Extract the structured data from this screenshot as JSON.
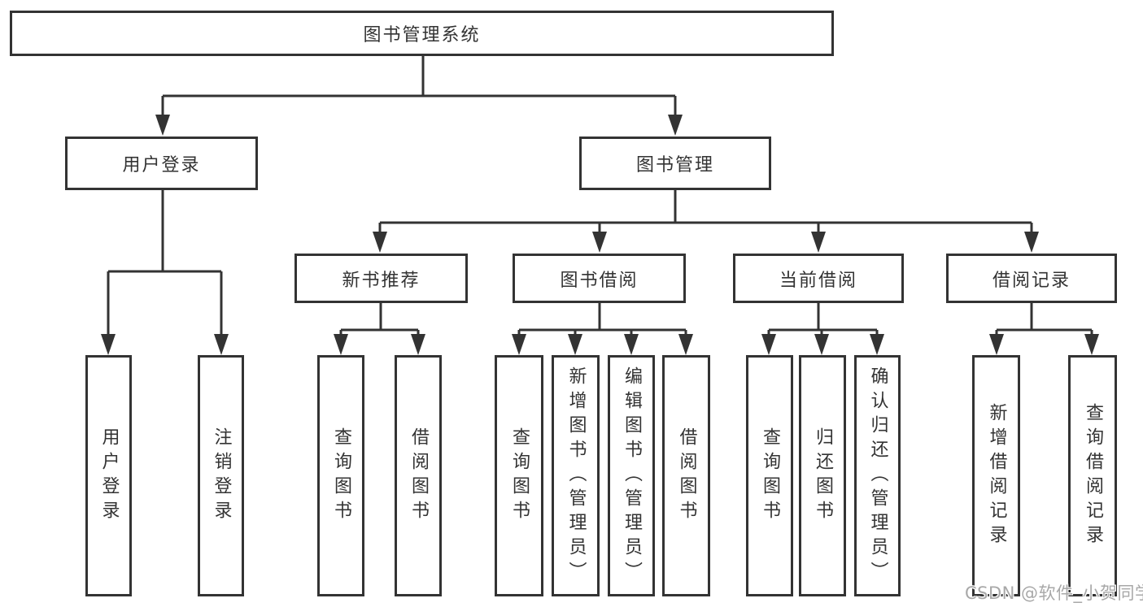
{
  "tree": {
    "root": {
      "label": "图书管理系统"
    },
    "children": [
      {
        "label": "用户登录",
        "children": [
          {
            "label": "用户登录"
          },
          {
            "label": "注销登录"
          }
        ]
      },
      {
        "label": "图书管理",
        "children": [
          {
            "label": "新书推荐",
            "children": [
              {
                "label": "查询图书"
              },
              {
                "label": "借阅图书"
              }
            ]
          },
          {
            "label": "图书借阅",
            "children": [
              {
                "label": "查询图书"
              },
              {
                "label": "新增图书（管理员）"
              },
              {
                "label": "编辑图书（管理员）"
              },
              {
                "label": "借阅图书"
              }
            ]
          },
          {
            "label": "当前借阅",
            "children": [
              {
                "label": "查询图书"
              },
              {
                "label": "归还图书"
              },
              {
                "label": "确认归还（管理员）"
              }
            ]
          },
          {
            "label": "借阅记录",
            "children": [
              {
                "label": "新增借阅记录"
              },
              {
                "label": "查询借阅记录"
              }
            ]
          }
        ]
      }
    ]
  },
  "watermark": {
    "text": "CSDN @软件_小贺同学"
  },
  "colors": {
    "line": "#333333",
    "box_border": "#333333",
    "box_fill": "#ffffff",
    "text": "#333333",
    "background": "#ffffff",
    "watermark": "#a8a8a8"
  }
}
